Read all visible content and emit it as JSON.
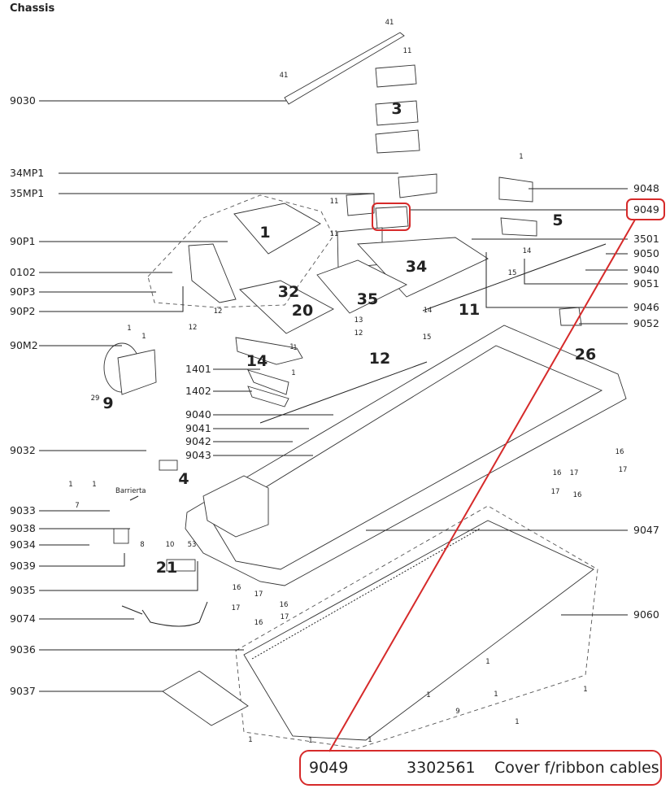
{
  "title": "Chassis",
  "left_callouts": [
    "9030",
    "34MP1",
    "35MP1",
    "90P1",
    "0102",
    "90P3",
    "90P2",
    "90M2",
    "1401",
    "1402",
    "9040",
    "9041",
    "9042",
    "9043",
    "9032",
    "9033",
    "9038",
    "9034",
    "9039",
    "9035",
    "9074",
    "9036",
    "9037"
  ],
  "right_callouts": [
    "9048",
    "9049",
    "3501",
    "9050",
    "9040",
    "9051",
    "9046",
    "9052",
    "9047",
    "9060"
  ],
  "assembly_numbers": [
    "3",
    "1",
    "5",
    "34",
    "32",
    "20",
    "35",
    "11",
    "14",
    "12",
    "26",
    "9",
    "4",
    "21"
  ],
  "hardware_numbers": [
    "41",
    "41",
    "11",
    "1",
    "11",
    "11",
    "14",
    "15",
    "1",
    "12",
    "12",
    "13",
    "12",
    "14",
    "15",
    "1",
    "1",
    "1",
    "1",
    "29",
    "1",
    "1",
    "7",
    "8",
    "10",
    "53",
    "16",
    "16",
    "17",
    "17",
    "16",
    "16",
    "17",
    "17",
    "16",
    "16",
    "17",
    "17",
    "1",
    "1",
    "1",
    "9",
    "1",
    "1",
    "1",
    "1",
    "1"
  ],
  "annotation": "Barrierta",
  "highlight": {
    "color": "#d62a2a",
    "part_no": "9049"
  },
  "footer": {
    "position": "9049",
    "code": "3302561",
    "description": "Cover f/ribbon cables"
  }
}
